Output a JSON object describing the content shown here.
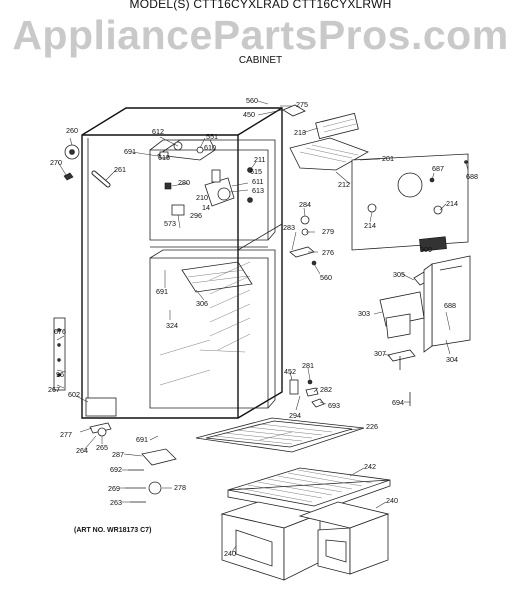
{
  "header": {
    "models_line": "MODEL(S) CTT16CYXLRAD  CTT16CYXLRWH",
    "watermark": "AppliancePartsPros.com",
    "section_title": "CABINET"
  },
  "art_number": "(ART NO. WR18173 C7)",
  "part_labels": [
    "560",
    "275",
    "450",
    "213",
    "201",
    "612",
    "551",
    "610",
    "691",
    "615",
    "211",
    "260",
    "270",
    "261",
    "280",
    "210",
    "615",
    "611",
    "613",
    "14",
    "296",
    "573",
    "212",
    "687",
    "688",
    "284",
    "279",
    "276",
    "283",
    "560",
    "214",
    "214",
    "309",
    "305",
    "691",
    "306",
    "324",
    "688",
    "303",
    "304",
    "307",
    "676",
    "96",
    "267",
    "602",
    "277",
    "264",
    "265",
    "452",
    "281",
    "282",
    "693",
    "294",
    "694",
    "226",
    "691",
    "287",
    "692",
    "269",
    "263",
    "278",
    "242",
    "240",
    "240"
  ]
}
